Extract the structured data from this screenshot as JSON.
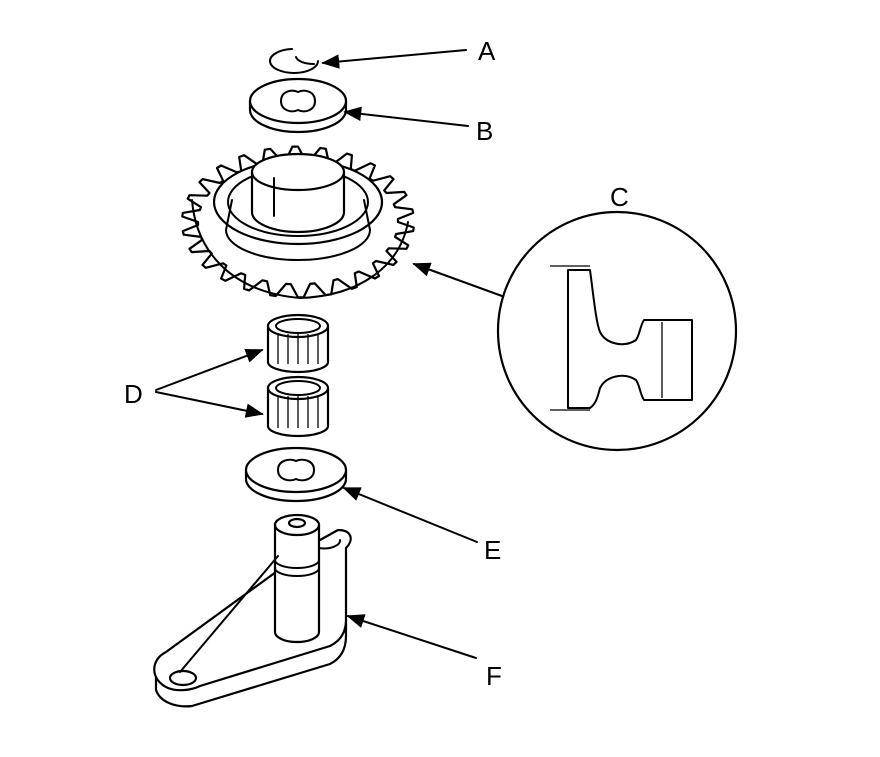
{
  "labels": {
    "a": "A",
    "b": "B",
    "c": "C",
    "d": "D",
    "e": "E",
    "f": "F"
  },
  "colors": {
    "ink": "#000000",
    "paper": "#ffffff"
  }
}
